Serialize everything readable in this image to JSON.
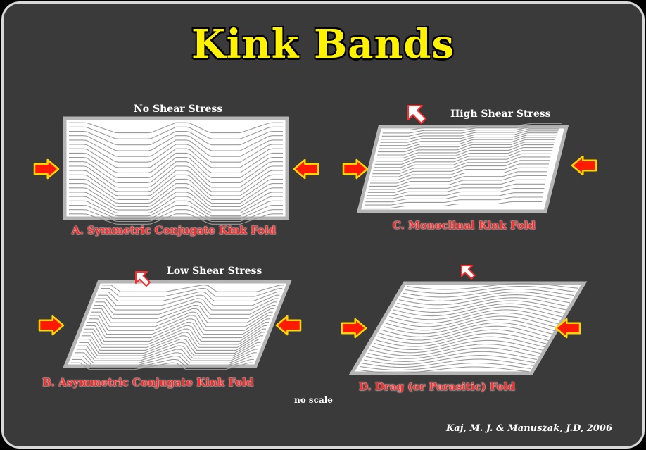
{
  "title": "Kink Bands",
  "panels": {
    "a": {
      "stress_label": "No Shear Stress",
      "caption": "A. Symmetric Conjugate Kink Fold"
    },
    "b": {
      "stress_label": "Low Shear Stress",
      "caption": "B. Asymmetric Conjugate Kink Fold"
    },
    "c": {
      "stress_label": "High Shear Stress",
      "caption": "C. Monoclinal Kink Fold"
    },
    "d": {
      "caption": "D. Drag (or Parasitic) Fold"
    }
  },
  "note": "no scale",
  "credit": "Kaj, M. J. & Manuszak, J.D, 2006",
  "colors": {
    "arrow_fill": "#ff1a00",
    "arrow_outline": "#ffd600",
    "panel_fill": "#ffffff",
    "panel_border": "#b5b5b5",
    "title": "#fff200",
    "caption": "#ff2a2a"
  }
}
